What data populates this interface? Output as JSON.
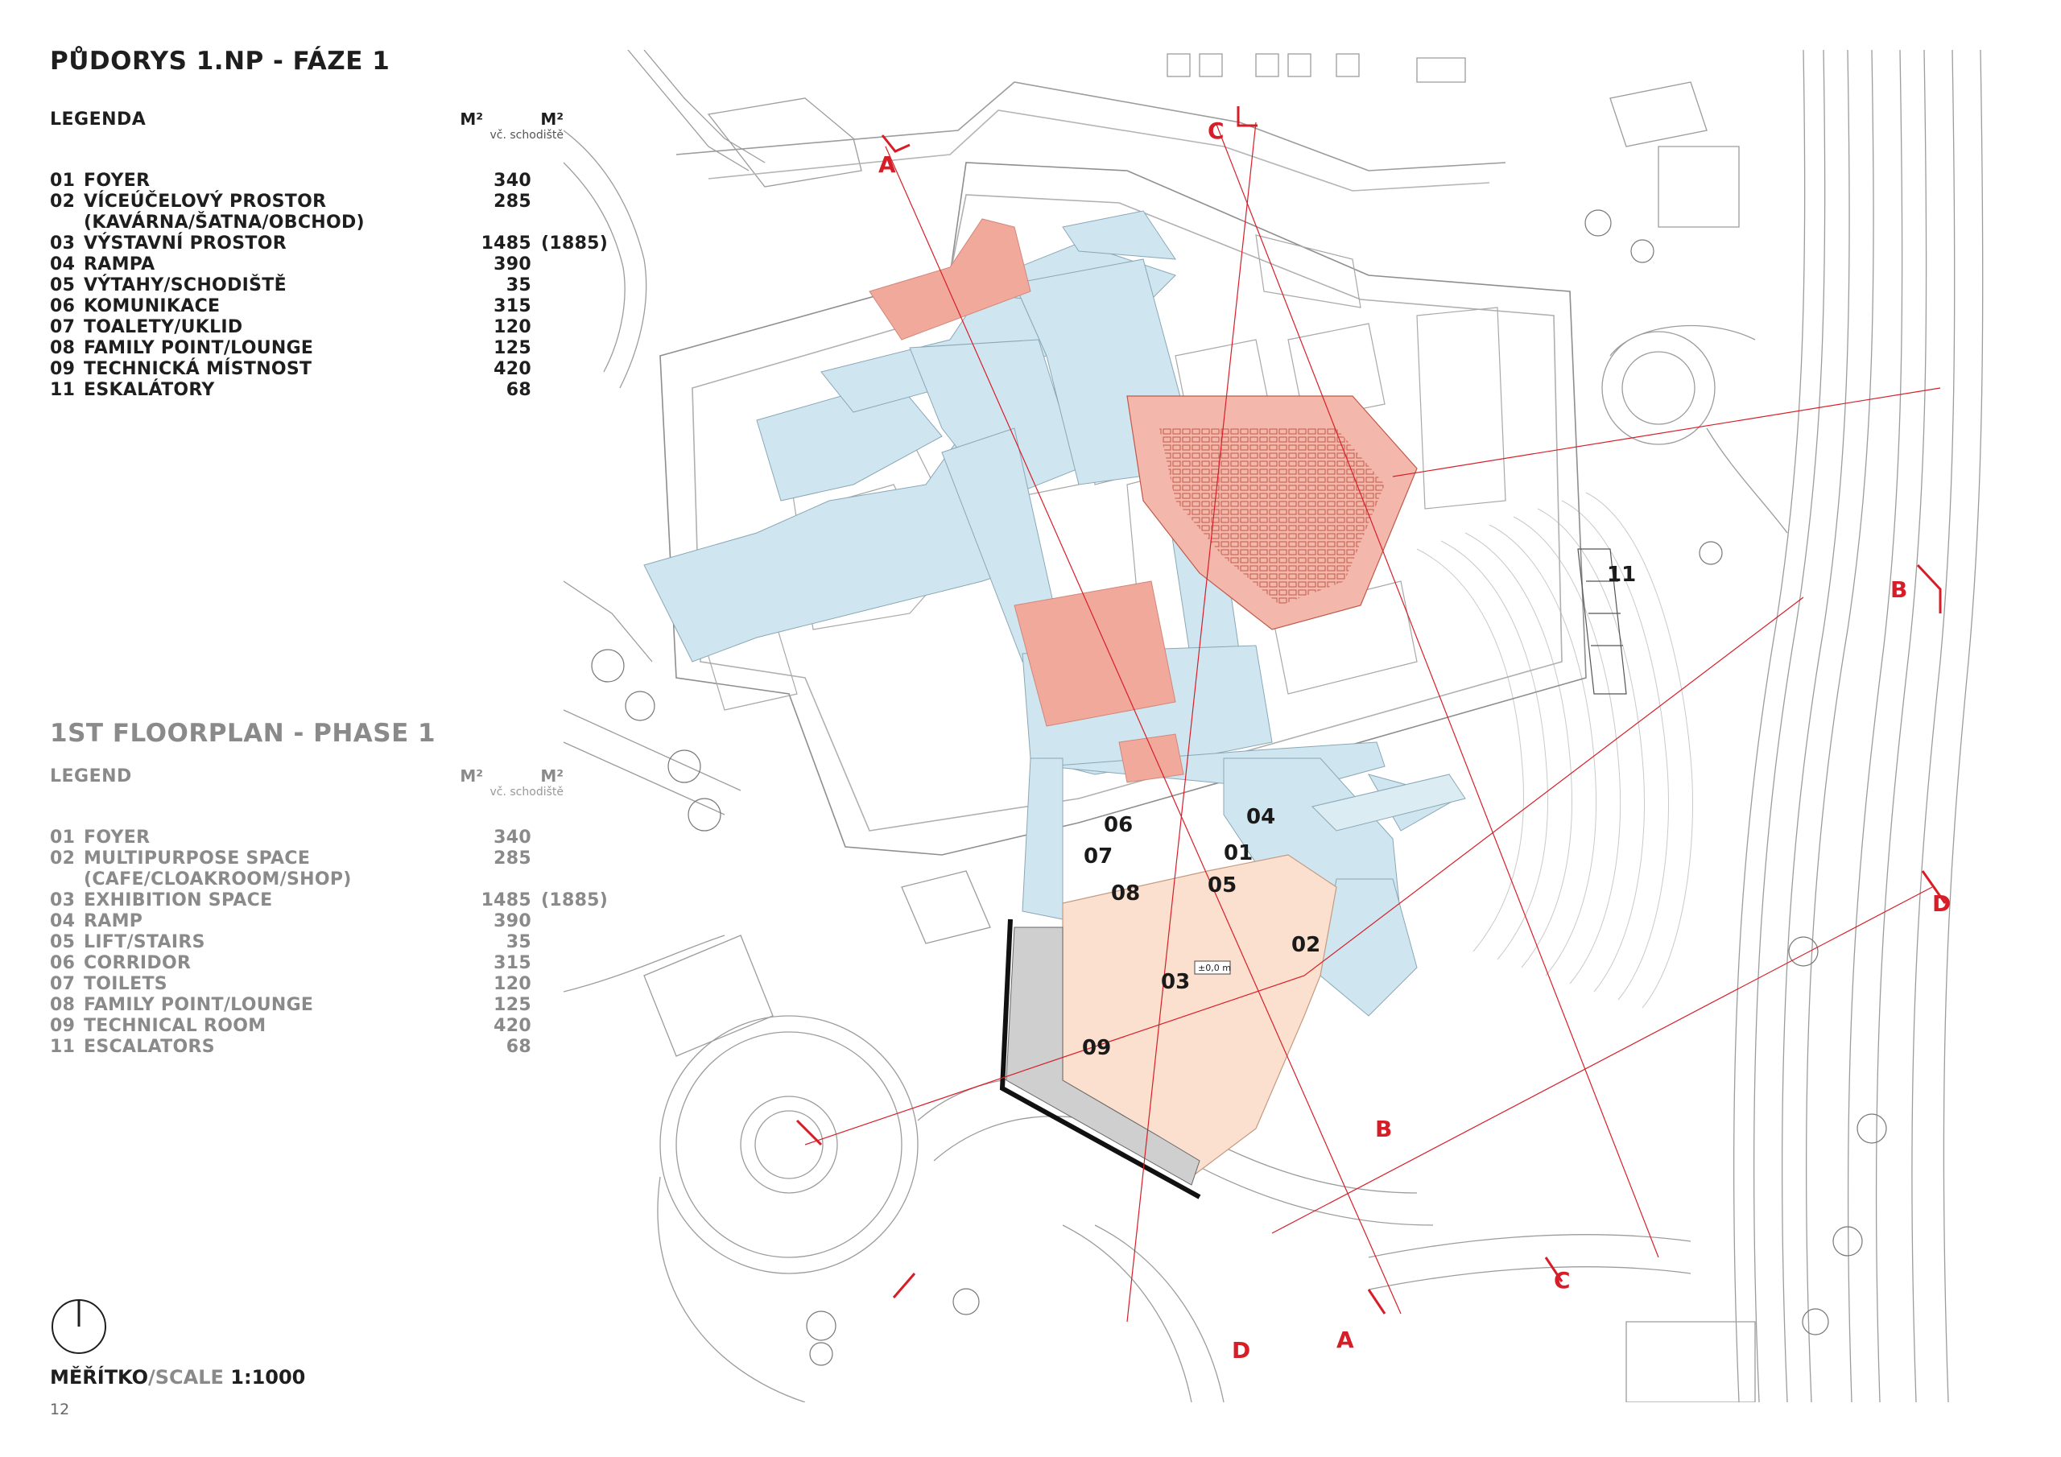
{
  "title_cz": "PŮDORYS 1.NP - FÁZE 1",
  "title_en": "1ST FLOORPLAN - PHASE 1",
  "legend_cz": {
    "heading": "LEGENDA",
    "col_m2": "M²",
    "col_m2_stairs": "M²",
    "col_m2_stairs_sub": "vč. schodiště",
    "rows": [
      {
        "num": "01",
        "label": "FOYER",
        "area": "340",
        "area2": ""
      },
      {
        "num": "02",
        "label": "VÍCEÚČELOVÝ PROSTOR",
        "area": "285",
        "area2": ""
      },
      {
        "num": "",
        "label": "(KAVÁRNA/ŠATNA/OBCHOD)",
        "area": "",
        "area2": ""
      },
      {
        "num": "03",
        "label": "VÝSTAVNÍ PROSTOR",
        "area": "1485",
        "area2": "(1885)"
      },
      {
        "num": "04",
        "label": "RAMPA",
        "area": "390",
        "area2": ""
      },
      {
        "num": "05",
        "label": "VÝTAHY/SCHODIŠTĚ",
        "area": "35",
        "area2": ""
      },
      {
        "num": "06",
        "label": "KOMUNIKACE",
        "area": "315",
        "area2": ""
      },
      {
        "num": "07",
        "label": "TOALETY/UKLID",
        "area": "120",
        "area2": ""
      },
      {
        "num": "08",
        "label": "FAMILY POINT/LOUNGE",
        "area": "125",
        "area2": ""
      },
      {
        "num": "09",
        "label": "TECHNICKÁ MÍSTNOST",
        "area": "420",
        "area2": ""
      },
      {
        "num": "11",
        "label": "ESKALÁTORY",
        "area": "68",
        "area2": ""
      }
    ]
  },
  "legend_en": {
    "heading": "LEGEND",
    "col_m2": "M²",
    "col_m2_stairs": "M²",
    "col_m2_stairs_sub": "vč. schodiště",
    "rows": [
      {
        "num": "01",
        "label": "FOYER",
        "area": "340",
        "area2": ""
      },
      {
        "num": "02",
        "label": "MULTIPURPOSE SPACE",
        "area": "285",
        "area2": ""
      },
      {
        "num": "",
        "label": "(CAFE/CLOAKROOM/SHOP)",
        "area": "",
        "area2": ""
      },
      {
        "num": "03",
        "label": "EXHIBITION SPACE",
        "area": "1485",
        "area2": "(1885)"
      },
      {
        "num": "04",
        "label": "RAMP",
        "area": "390",
        "area2": ""
      },
      {
        "num": "05",
        "label": "LIFT/STAIRS",
        "area": "35",
        "area2": ""
      },
      {
        "num": "06",
        "label": "CORRIDOR",
        "area": "315",
        "area2": ""
      },
      {
        "num": "07",
        "label": "TOILETS",
        "area": "120",
        "area2": ""
      },
      {
        "num": "08",
        "label": "FAMILY POINT/LOUNGE",
        "area": "125",
        "area2": ""
      },
      {
        "num": "09",
        "label": "TECHNICAL ROOM",
        "area": "420",
        "area2": ""
      },
      {
        "num": "11",
        "label": "ESCALATORS",
        "area": "68",
        "area2": ""
      }
    ]
  },
  "scale": {
    "label_cz": "MĚŘÍTKO",
    "label_en": "/SCALE",
    "value": "1:1000"
  },
  "page_number": "12",
  "plan": {
    "room_labels": {
      "r01": "01",
      "r02": "02",
      "r03": "03",
      "r04": "04",
      "r05": "05",
      "r06": "06",
      "r07": "07",
      "r08": "08",
      "r09": "09",
      "r11": "11"
    },
    "level_mark": "±0,0 m",
    "section_marks": {
      "a": "A",
      "b": "B",
      "c": "C",
      "d": "D"
    },
    "colors": {
      "circulation": "#cfe6f1",
      "highlight": "#f0a99a",
      "exhibition": "#fbe0cf",
      "section_line": "#d71e28",
      "technical": "#cfcfcf"
    }
  }
}
